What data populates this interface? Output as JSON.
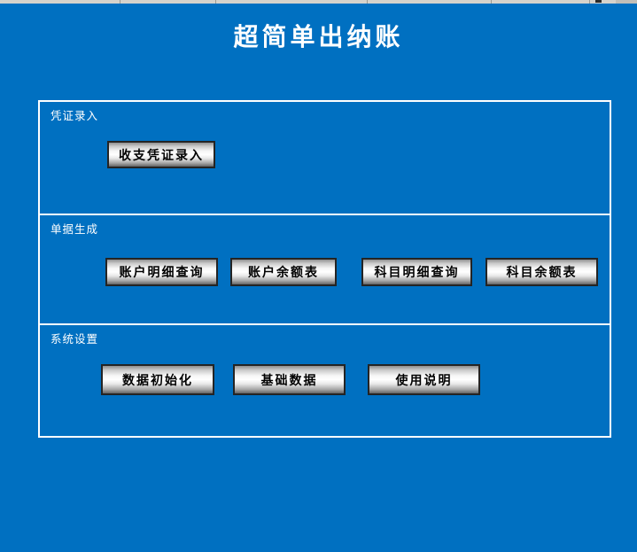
{
  "app": {
    "title": "超简单出纳账"
  },
  "colors": {
    "background_blue": "#0070C1",
    "panel_border": "#FFFFFF",
    "section_label_text": "#FFFFFF",
    "button_border": "#242424",
    "button_text": "#000000",
    "button_metal_light": "#FFFFFF",
    "button_metal_dark": "#636363",
    "top_row_gray": "#D5D2CB"
  },
  "sections": [
    {
      "label": "凭证录入",
      "buttons": [
        {
          "label": "收支凭证录入"
        }
      ]
    },
    {
      "label": "单据生成",
      "buttons": [
        {
          "label": "账户明细查询"
        },
        {
          "label": "账户余额表"
        },
        {
          "label": "科目明细查询"
        },
        {
          "label": "科目余额表"
        }
      ]
    },
    {
      "label": "系统设置",
      "buttons": [
        {
          "label": "数据初始化"
        },
        {
          "label": "基础数据"
        },
        {
          "label": "使用说明"
        }
      ]
    }
  ]
}
